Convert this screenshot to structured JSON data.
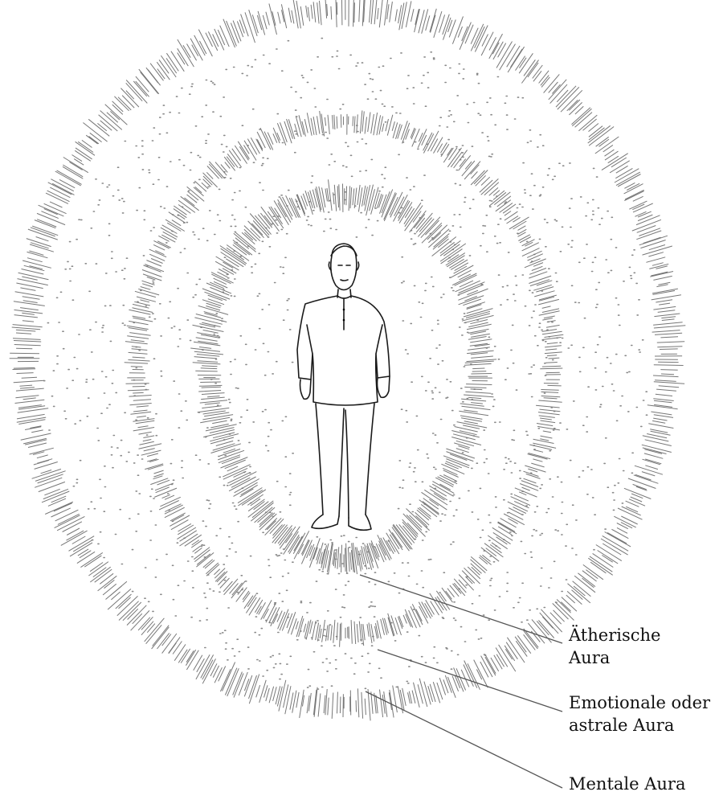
{
  "labels": {
    "etheric_line1": "Ätherische",
    "etheric_line2": "Aura",
    "emotional_line1": "Emotionale oder",
    "emotional_line2": "astrale Aura",
    "mental": "Mentale Aura"
  },
  "colors": {
    "ink": "#1a1a1a",
    "hatch": "#777777",
    "dots": "#8a8a8a",
    "background": "#ffffff"
  }
}
